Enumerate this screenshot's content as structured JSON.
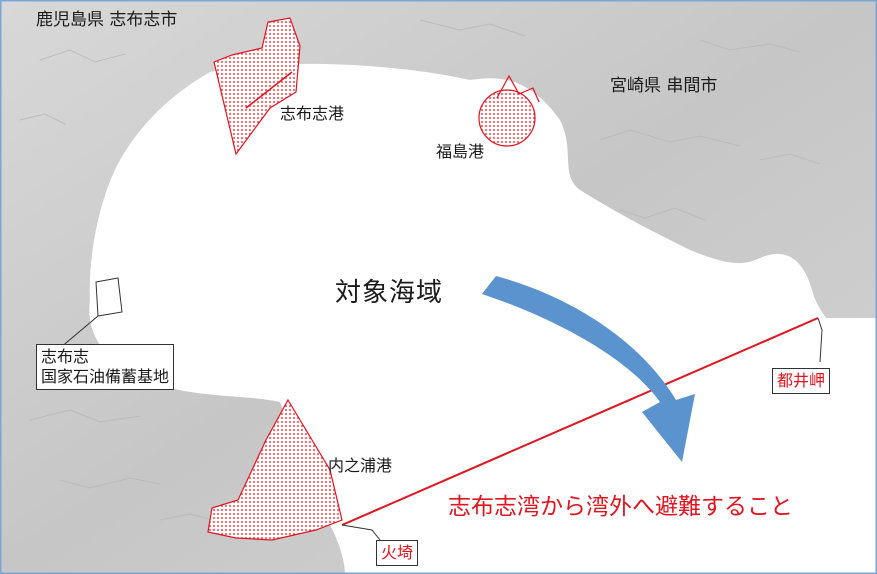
{
  "map": {
    "region_labels": {
      "kagoshima_shibushi": "鹿児島県 志布志市",
      "miyazaki_kushima": "宮崎県 串間市"
    },
    "ports": {
      "shibushi": "志布志港",
      "fukushima": "福島港",
      "uchinoura": "内之浦港"
    },
    "target_area": "対象海域",
    "oil_base": {
      "line1": "志布志",
      "line2": "国家石油備蓄基地"
    },
    "capes": {
      "toimisaki": "都井岬",
      "hisaki": "火埼"
    },
    "instruction": "志布志湾から湾外へ避難すること",
    "colors": {
      "restricted_hatch": "#e0151f",
      "boundary_line": "#e0151f",
      "arrow": "#5a93cd",
      "land": "#cfcfcf",
      "sea": "#ffffff",
      "frame": "#7aa6d8"
    }
  }
}
